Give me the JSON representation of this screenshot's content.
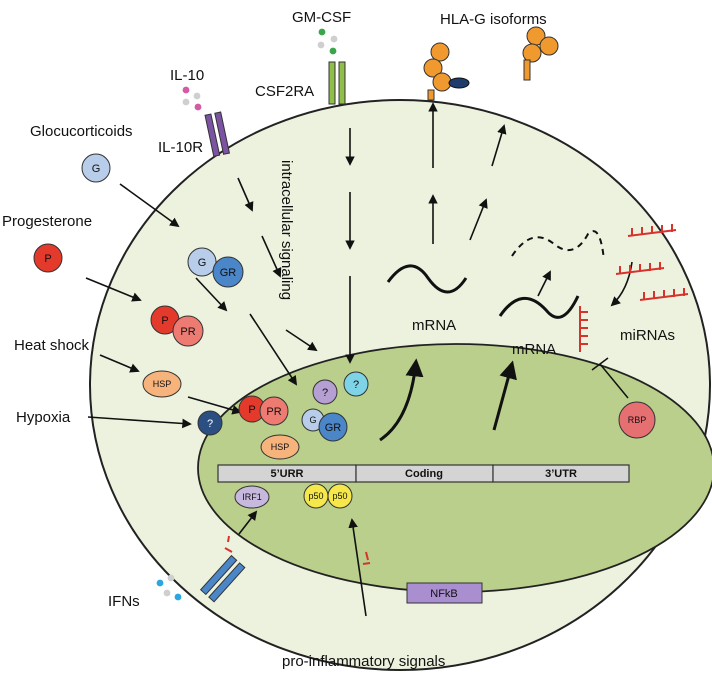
{
  "labels": {
    "gmcsf": "GM-CSF",
    "hlag": "HLA-G isoforms",
    "il10": "IL-10",
    "csf2ra": "CSF2RA",
    "il10r": "IL-10R",
    "glucocorticoids": "Glocucorticoids",
    "progesterone": "Progesterone",
    "heatshock": "Heat shock",
    "hypoxia": "Hypoxia",
    "ifns": "IFNs",
    "intracellular": "intracellular signaling",
    "mrna1": "mRNA",
    "mrna2": "mRNA",
    "mirnas": "miRNAs",
    "proinflam": "pro-inflammatory signals"
  },
  "molecules": {
    "g": "G",
    "gr": "GR",
    "p": "P",
    "pr": "PR",
    "hsp": "HSP",
    "q": "?",
    "rbp": "RBP",
    "irf1": "IRF1",
    "p50": "p50",
    "nfkb": "NFkB"
  },
  "gene": {
    "urr": "5’URR",
    "coding": "Coding",
    "utr": "3’UTR"
  },
  "colors": {
    "cell": "#edf2df",
    "nucleus": "#b9cf8b",
    "orange": "#f0992e",
    "red": "#e43a2c",
    "salmon": "#ee7b72",
    "blue": "#4a86c8",
    "lightblue": "#b8cdea",
    "purple": "#7c53a3",
    "green": "#8fbf4a",
    "cyan": "#7fd3e6",
    "yellow": "#f6e84a"
  }
}
